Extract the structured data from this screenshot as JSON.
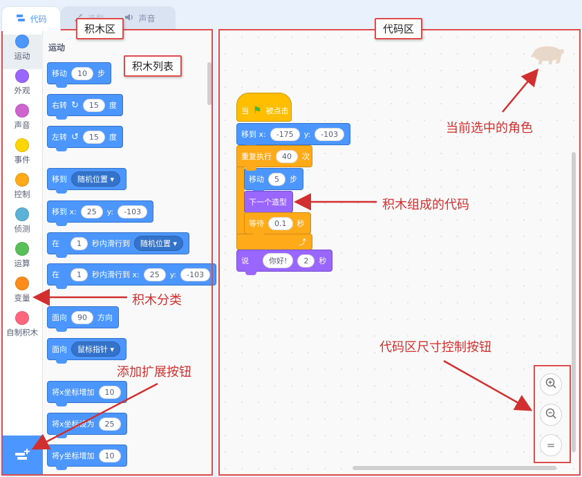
{
  "tabs": [
    {
      "label": "代码",
      "icon": "code-icon",
      "active": true
    },
    {
      "label": "造型",
      "icon": "costume-icon",
      "active": false
    },
    {
      "label": "声音",
      "icon": "sound-icon",
      "active": false
    }
  ],
  "categories": [
    {
      "label": "运动",
      "color": "#4c97ff"
    },
    {
      "label": "外观",
      "color": "#9966ff"
    },
    {
      "label": "声音",
      "color": "#cf63cf"
    },
    {
      "label": "事件",
      "color": "#ffd500"
    },
    {
      "label": "控制",
      "color": "#ffab19"
    },
    {
      "label": "侦测",
      "color": "#5cb1d6"
    },
    {
      "label": "运算",
      "color": "#59c059"
    },
    {
      "label": "变量",
      "color": "#ff8c1a"
    },
    {
      "label": "自制积木",
      "color": "#ff6680"
    }
  ],
  "palette": {
    "heading": "运动",
    "blocks": {
      "b1": {
        "text": "移动",
        "v1": "10",
        "t2": "步"
      },
      "b2": {
        "text": "右转",
        "v1": "15",
        "t2": "度"
      },
      "b3": {
        "text": "左转",
        "v1": "15",
        "t2": "度"
      },
      "b4": {
        "text": "移到",
        "dd": "随机位置"
      },
      "b5": {
        "text": "移到 x:",
        "v1": "25",
        "t2": "y:",
        "v2": "-103"
      },
      "b6": {
        "text": "在",
        "v1": "1",
        "t2": "秒内滑行到",
        "dd": "随机位置"
      },
      "b7": {
        "text": "在",
        "v1": "1",
        "t2": "秒内滑行到 x:",
        "v2": "25",
        "t3": "y:",
        "v3": "-103"
      },
      "b8": {
        "text": "面向",
        "v1": "90",
        "t2": "方向"
      },
      "b9": {
        "text": "面向",
        "dd": "鼠标指针"
      },
      "b10": {
        "text": "将x坐标增加",
        "v1": "10"
      },
      "b11": {
        "text": "将x坐标设为",
        "v1": "25"
      },
      "b12": {
        "text": "将y坐标增加",
        "v1": "10"
      }
    }
  },
  "script": {
    "s1": {
      "text": "当",
      "t2": "被点击"
    },
    "s2": {
      "text": "移到 x:",
      "v1": "-175",
      "t2": "y:",
      "v2": "-103"
    },
    "s3": {
      "text": "重复执行",
      "v1": "40",
      "t2": "次"
    },
    "s4": {
      "text": "移动",
      "v1": "5",
      "t2": "步"
    },
    "s5": {
      "text": "下一个造型"
    },
    "s6": {
      "text": "等待",
      "v1": "0.1",
      "t2": "秒"
    },
    "s7": {
      "text": "说",
      "v1": "你好!",
      "v2": "2",
      "t2": "秒"
    }
  },
  "annotations": {
    "blocks_area": "积木区",
    "code_area": "代码区",
    "block_list": "积木列表",
    "selected_sprite": "当前选中的角色",
    "code_made_of_blocks": "积木组成的代码",
    "block_categories": "积木分类",
    "add_extension": "添加扩展按钮",
    "zoom_controls": "代码区尺寸控制按钮"
  },
  "zoom": {
    "in": "+",
    "out": "−",
    "reset": "="
  }
}
